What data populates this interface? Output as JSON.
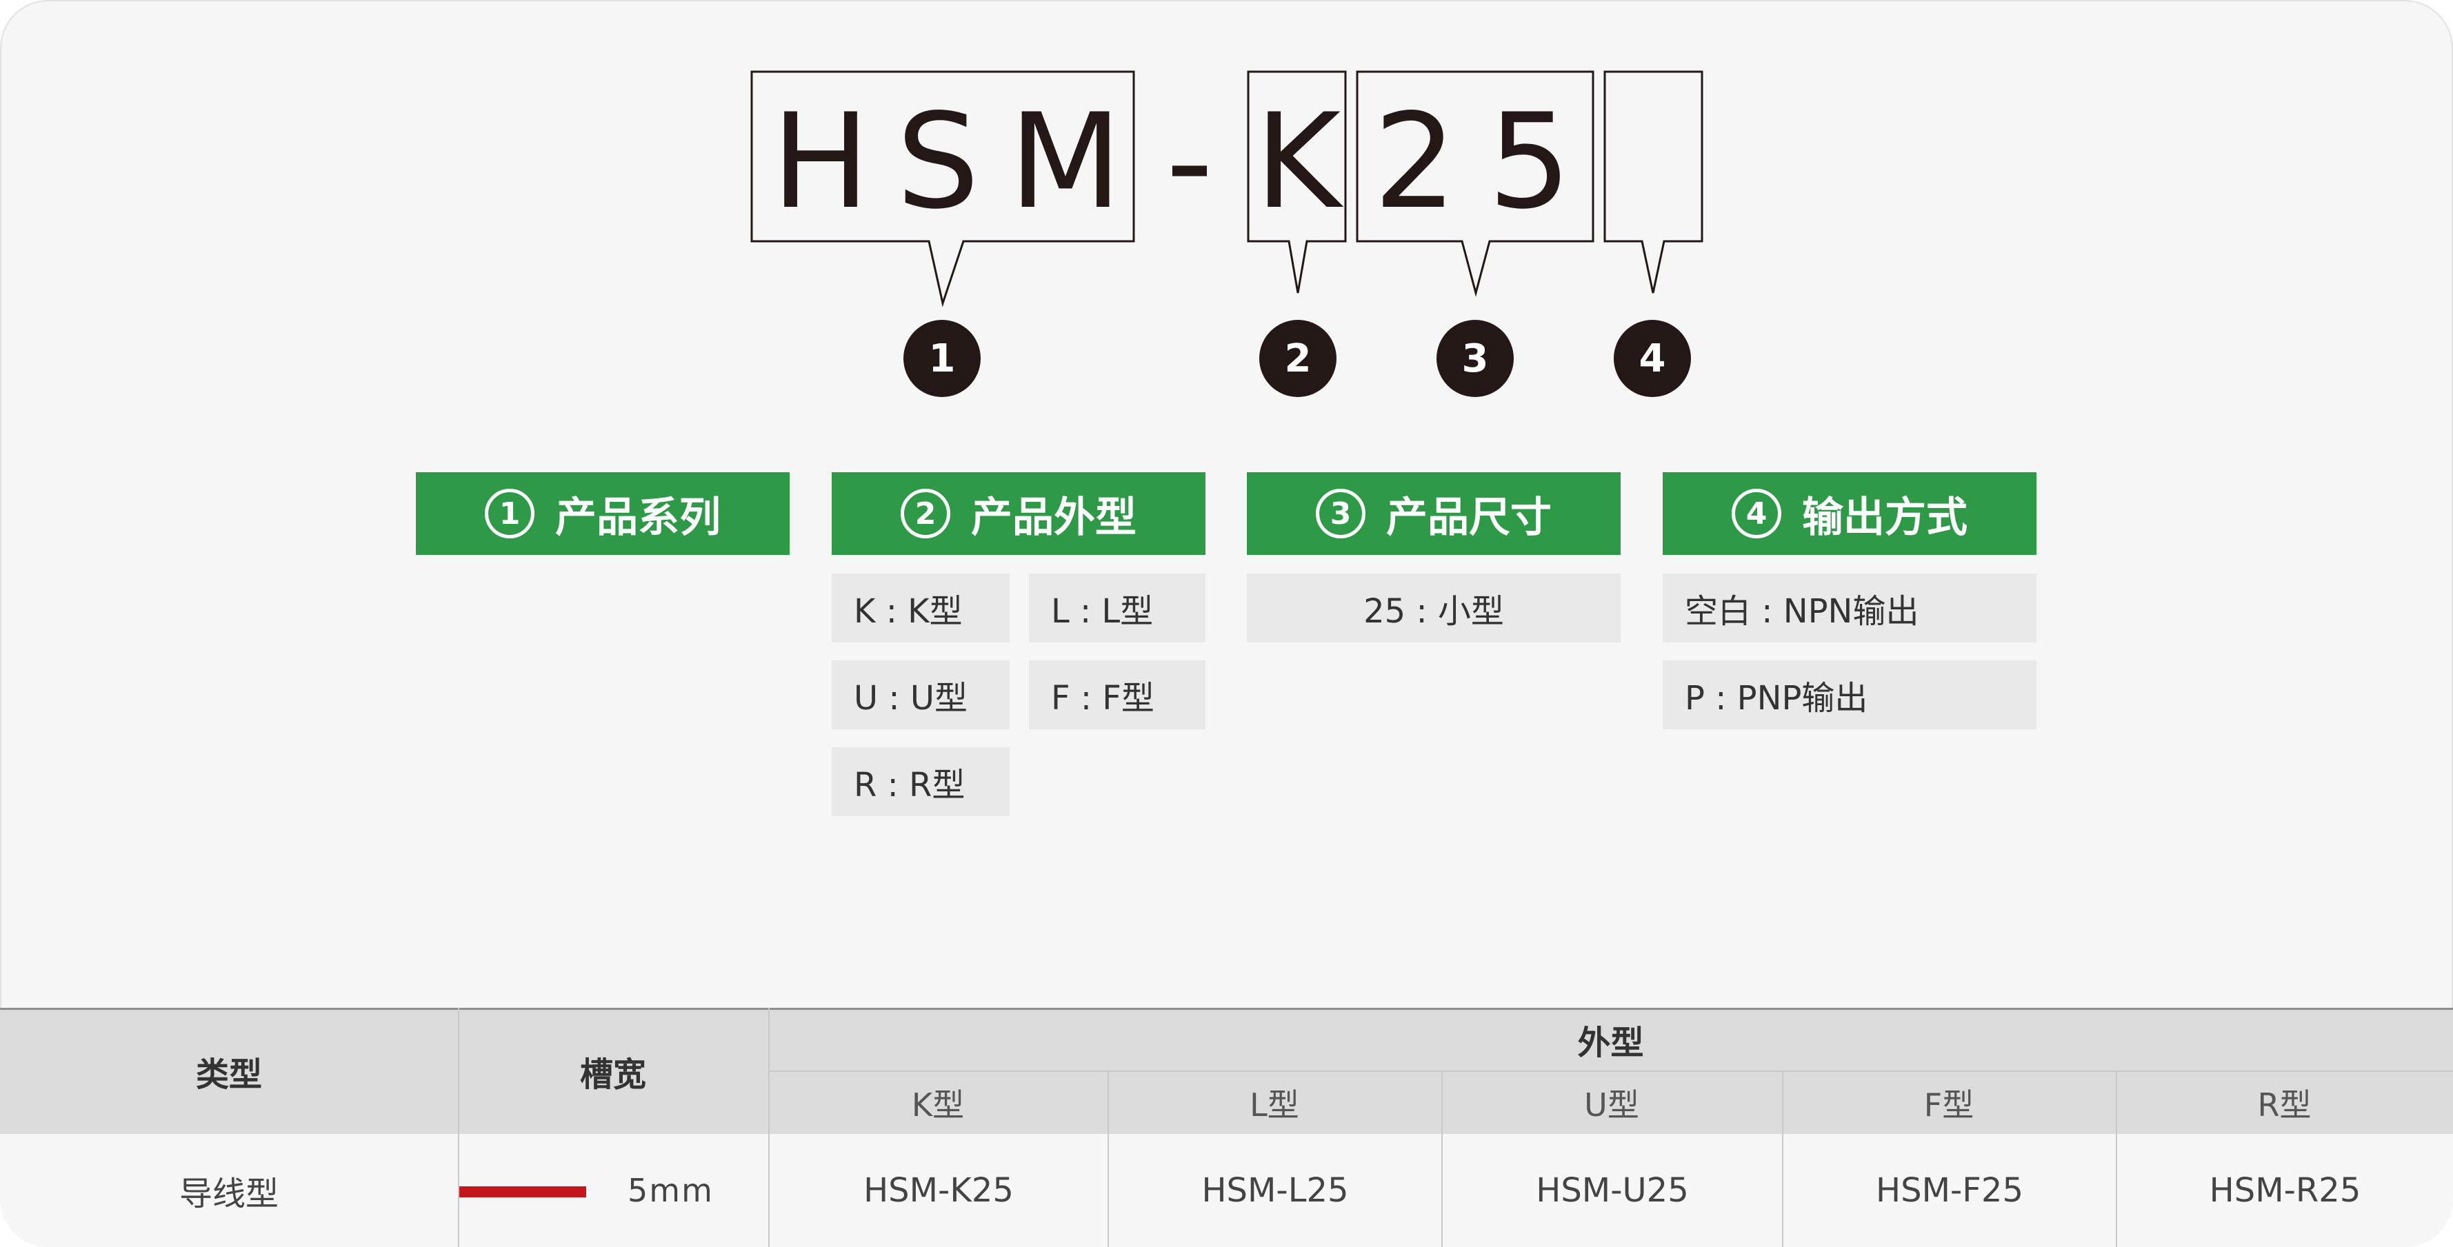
{
  "code": {
    "parts": [
      "H",
      "S",
      "M",
      "-",
      "K",
      "2",
      "5"
    ]
  },
  "markers": [
    "1",
    "2",
    "3",
    "4"
  ],
  "groups": [
    {
      "num": "1",
      "title": "产品系列",
      "options": []
    },
    {
      "num": "2",
      "title": "产品外型",
      "options": [
        "K : K型",
        "L : L型",
        "U : U型",
        "F : F型",
        "R : R型"
      ]
    },
    {
      "num": "3",
      "title": "产品尺寸",
      "options": [
        "25 : 小型"
      ]
    },
    {
      "num": "4",
      "title": "输出方式",
      "options": [
        "空白 : NPN输出",
        "P : PNP输出"
      ]
    }
  ],
  "table": {
    "col_type": "类型",
    "col_width": "槽宽",
    "col_shape": "外型",
    "shapes": [
      "K型",
      "L型",
      "U型",
      "F型",
      "R型"
    ],
    "row": {
      "type": "导线型",
      "width": "5mm",
      "models": [
        "HSM-K25",
        "HSM-L25",
        "HSM-U25",
        "HSM-F25",
        "HSM-R25"
      ]
    }
  },
  "colors": {
    "accent_green": "#2e9a48",
    "marker_black": "#231815",
    "slot_red": "#c4161c"
  }
}
